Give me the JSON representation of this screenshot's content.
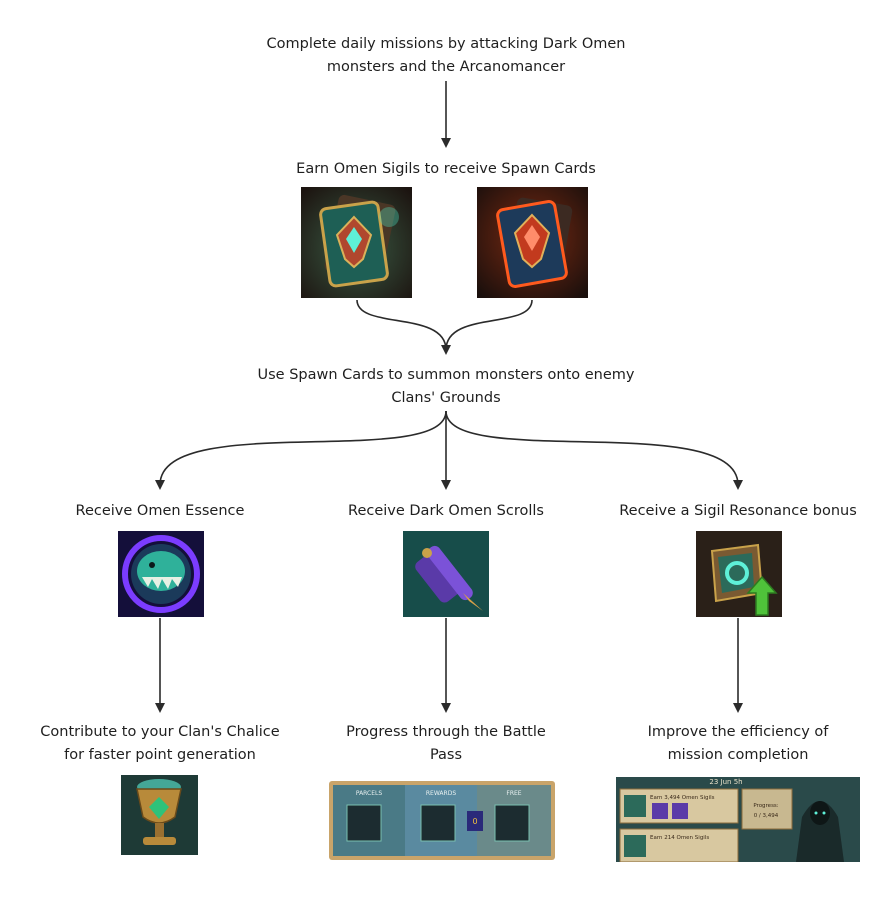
{
  "steps": {
    "step1": "Complete daily missions by attacking Dark Omen\nmonsters and the Arcanomancer",
    "step2": "Earn Omen Sigils to receive Spawn Cards",
    "step3": "Use Spawn Cards to summon monsters onto enemy\nClans' Grounds"
  },
  "branches": [
    {
      "title": "Receive Omen Essence",
      "result": "Contribute to your Clan's Chalice\nfor faster point generation"
    },
    {
      "title": "Receive Dark Omen Scrolls",
      "result": "Progress through the Battle\nPass"
    },
    {
      "title": "Receive a Sigil Resonance bonus",
      "result": "Improve the efficiency of\nmission completion"
    }
  ],
  "images": {
    "green_card": "green-spawn-card",
    "red_card": "red-spawn-card",
    "essence": "omen-essence-icon",
    "scroll": "dark-omen-scroll-icon",
    "resonance": "sigil-resonance-icon",
    "chalice": "clan-chalice-icon",
    "battle_pass": "battle-pass-screenshot",
    "missions": "missions-screenshot"
  },
  "battle_pass": {
    "col1": "PARCELS",
    "col2": "REWARDS",
    "col3": "FREE",
    "level": "0"
  },
  "missions_panel": {
    "header": "23 Jun 5h",
    "row1": "Earn 3,494 Omen Sigils",
    "row2": "Earn 214 Omen Sigils",
    "progress_label": "Progress:",
    "progress_value": "0 / 3,494"
  },
  "colors": {
    "arrow": "#2b2b2b",
    "text": "#1f1f1f"
  }
}
